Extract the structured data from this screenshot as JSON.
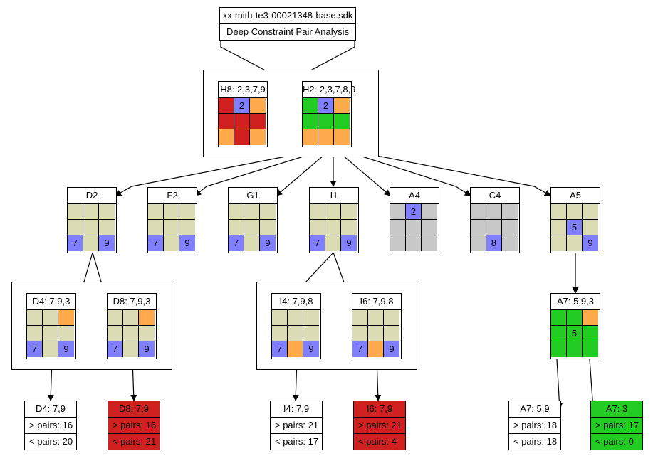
{
  "title": {
    "file": "xx-mith-te3-00021348-base.sdk",
    "subtitle": "Deep Constraint Pair Analysis"
  },
  "colors": {
    "beige": "#dcdcb4",
    "blue": "#8080ff",
    "orange": "#ffaa4d",
    "red": "#d02020",
    "green": "#22cc22",
    "gray": "#c8c8c8",
    "white": "#ffffff"
  },
  "nodes": [
    {
      "id": "H8",
      "label": "H8: 2,3,7,9",
      "cells": [
        "red",
        "blue",
        "orange",
        "red",
        "red",
        "red",
        "orange",
        "red",
        "orange"
      ],
      "texts": [
        "",
        "2",
        "",
        "",
        "",
        "",
        "",
        "",
        ""
      ]
    },
    {
      "id": "H2",
      "label": "H2: 2,3,7,8,9",
      "cells": [
        "green",
        "blue",
        "orange",
        "green",
        "green",
        "green",
        "orange",
        "orange",
        "orange"
      ],
      "texts": [
        "",
        "2",
        "",
        "",
        "",
        "",
        "",
        "",
        ""
      ]
    },
    {
      "id": "D2",
      "label": "D2",
      "cells": [
        "beige",
        "beige",
        "beige",
        "beige",
        "beige",
        "beige",
        "blue",
        "beige",
        "blue"
      ],
      "texts": [
        "",
        "",
        "",
        "",
        "",
        "",
        "7",
        "",
        "9"
      ]
    },
    {
      "id": "F2",
      "label": "F2",
      "cells": [
        "beige",
        "beige",
        "beige",
        "beige",
        "beige",
        "beige",
        "blue",
        "beige",
        "blue"
      ],
      "texts": [
        "",
        "",
        "",
        "",
        "",
        "",
        "7",
        "",
        "9"
      ]
    },
    {
      "id": "G1",
      "label": "G1",
      "cells": [
        "beige",
        "beige",
        "beige",
        "beige",
        "beige",
        "beige",
        "blue",
        "beige",
        "blue"
      ],
      "texts": [
        "",
        "",
        "",
        "",
        "",
        "",
        "7",
        "",
        "9"
      ]
    },
    {
      "id": "I1",
      "label": "I1",
      "cells": [
        "beige",
        "beige",
        "beige",
        "beige",
        "beige",
        "beige",
        "blue",
        "beige",
        "blue"
      ],
      "texts": [
        "",
        "",
        "",
        "",
        "",
        "",
        "7",
        "",
        "9"
      ]
    },
    {
      "id": "A4",
      "label": "A4",
      "cells": [
        "gray",
        "blue",
        "gray",
        "gray",
        "gray",
        "gray",
        "gray",
        "gray",
        "gray"
      ],
      "texts": [
        "",
        "2",
        "",
        "",
        "",
        "",
        "",
        "",
        ""
      ]
    },
    {
      "id": "C4",
      "label": "C4",
      "cells": [
        "gray",
        "gray",
        "gray",
        "gray",
        "gray",
        "gray",
        "gray",
        "blue",
        "gray"
      ],
      "texts": [
        "",
        "",
        "",
        "",
        "",
        "",
        "",
        "8",
        ""
      ]
    },
    {
      "id": "A5",
      "label": "A5",
      "cells": [
        "beige",
        "beige",
        "beige",
        "beige",
        "blue",
        "beige",
        "beige",
        "beige",
        "blue"
      ],
      "texts": [
        "",
        "",
        "",
        "",
        "5",
        "",
        "",
        "",
        "9"
      ]
    },
    {
      "id": "D4",
      "label": "D4: 7,9,3",
      "cells": [
        "beige",
        "beige",
        "orange",
        "beige",
        "beige",
        "beige",
        "blue",
        "beige",
        "blue"
      ],
      "texts": [
        "",
        "",
        "",
        "",
        "",
        "",
        "7",
        "",
        "9"
      ]
    },
    {
      "id": "D8",
      "label": "D8: 7,9,3",
      "cells": [
        "beige",
        "beige",
        "orange",
        "beige",
        "beige",
        "beige",
        "blue",
        "beige",
        "blue"
      ],
      "texts": [
        "",
        "",
        "",
        "",
        "",
        "",
        "7",
        "",
        "9"
      ]
    },
    {
      "id": "I4",
      "label": "I4: 7,9,8",
      "cells": [
        "beige",
        "beige",
        "beige",
        "beige",
        "beige",
        "beige",
        "blue",
        "orange",
        "blue"
      ],
      "texts": [
        "",
        "",
        "",
        "",
        "",
        "",
        "7",
        "",
        "9"
      ]
    },
    {
      "id": "I6",
      "label": "I6: 7,9,8",
      "cells": [
        "beige",
        "beige",
        "beige",
        "beige",
        "beige",
        "beige",
        "blue",
        "orange",
        "blue"
      ],
      "texts": [
        "",
        "",
        "",
        "",
        "",
        "",
        "7",
        "",
        "9"
      ]
    },
    {
      "id": "A7",
      "label": "A7: 5,9,3",
      "cells": [
        "green",
        "green",
        "orange",
        "green",
        "green",
        "green",
        "green",
        "green",
        "green"
      ],
      "texts": [
        "",
        "",
        "",
        "",
        "5",
        "",
        "",
        "",
        ""
      ]
    }
  ],
  "results": [
    {
      "id": "rD4",
      "label": "D4: 7,9",
      "gt": "> pairs: 16",
      "lt": "< pairs: 20",
      "color": "white"
    },
    {
      "id": "rD8",
      "label": "D8: 7,9",
      "gt": "> pairs: 16",
      "lt": "< pairs: 21",
      "color": "red"
    },
    {
      "id": "rI4",
      "label": "I4: 7,9",
      "gt": "> pairs: 21",
      "lt": "< pairs: 17",
      "color": "white"
    },
    {
      "id": "rI6",
      "label": "I6: 7,9",
      "gt": "> pairs: 21",
      "lt": "< pairs: 4",
      "color": "red"
    },
    {
      "id": "rA7a",
      "label": "A7: 5,9",
      "gt": "> pairs: 18",
      "lt": "< pairs: 18",
      "color": "white"
    },
    {
      "id": "rA7b",
      "label": "A7: 3",
      "gt": "> pairs: 17",
      "lt": "< pairs: 0",
      "color": "green"
    }
  ]
}
